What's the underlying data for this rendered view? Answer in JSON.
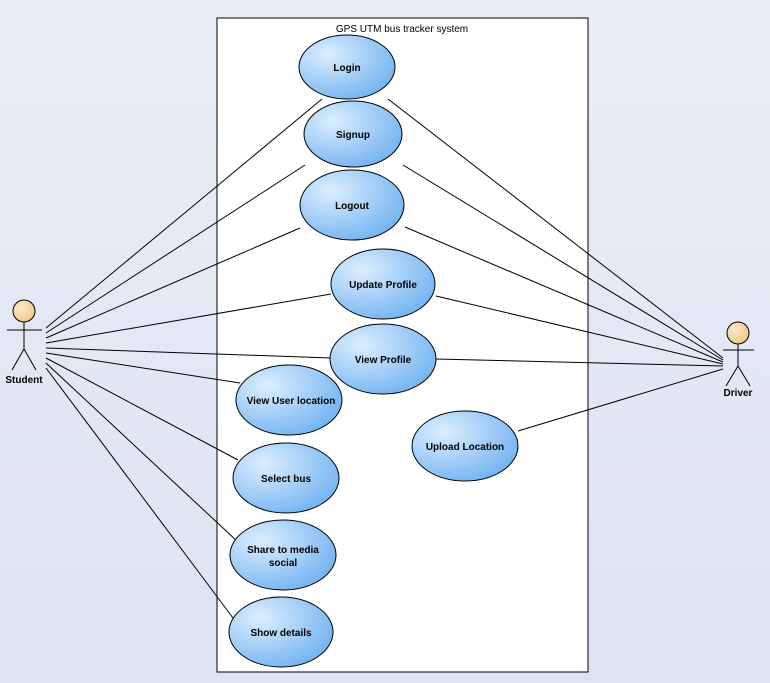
{
  "system": {
    "title": "GPS UTM bus tracker system"
  },
  "actors": {
    "student": {
      "label": "Student"
    },
    "driver": {
      "label": "Driver"
    }
  },
  "use_cases": {
    "login": {
      "label": "Login"
    },
    "signup": {
      "label": "Signup"
    },
    "logout": {
      "label": "Logout"
    },
    "update_profile": {
      "label": "Update Profile"
    },
    "view_profile": {
      "label": "View Profile"
    },
    "view_user_location": {
      "label": "View User location"
    },
    "select_bus": {
      "label": "Select bus"
    },
    "share_to_media_social": {
      "label_line1": "Share to media",
      "label_line2": "social"
    },
    "show_details": {
      "label": "Show details"
    },
    "upload_location": {
      "label": "Upload Location"
    }
  },
  "colors": {
    "usecase_fill_light": "#cfe6ff",
    "usecase_fill_dark": "#6eb4f5",
    "usecase_stroke": "#000000",
    "actor_head": "#f5d7a5",
    "boundary_fill": "#ffffff"
  }
}
